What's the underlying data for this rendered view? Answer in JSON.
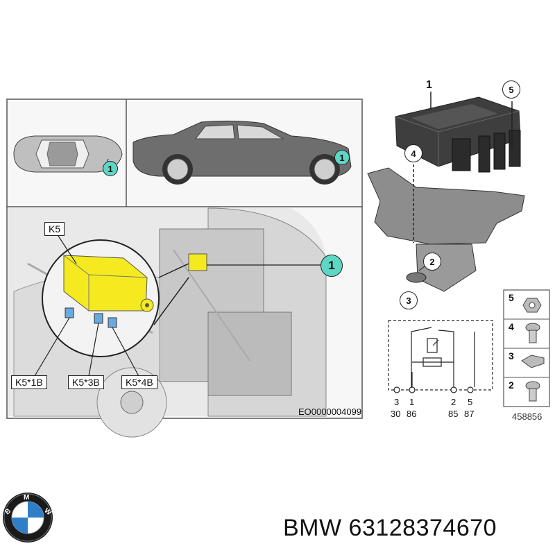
{
  "callouts": {
    "top_view": "1",
    "side_view": "1",
    "main_detail": "1"
  },
  "relay_label": "K5",
  "connectors": {
    "c1": "K5*1B",
    "c2": "K5*3B",
    "c3": "K5*4B"
  },
  "diagram_code": "EO0000004099",
  "exploded_parts": {
    "relay": "1",
    "bracket": "2",
    "washer": "3",
    "stud": "4",
    "nut": "5"
  },
  "schematic": {
    "pins_top_row": [
      "3",
      "1",
      "2",
      "5"
    ],
    "pins_bottom_row": [
      "30",
      "86",
      "85",
      "87"
    ]
  },
  "fastener_list": [
    "5",
    "4",
    "3",
    "2"
  ],
  "diagram_number": "458856",
  "brand": "BMW",
  "part_number": "63128374670"
}
